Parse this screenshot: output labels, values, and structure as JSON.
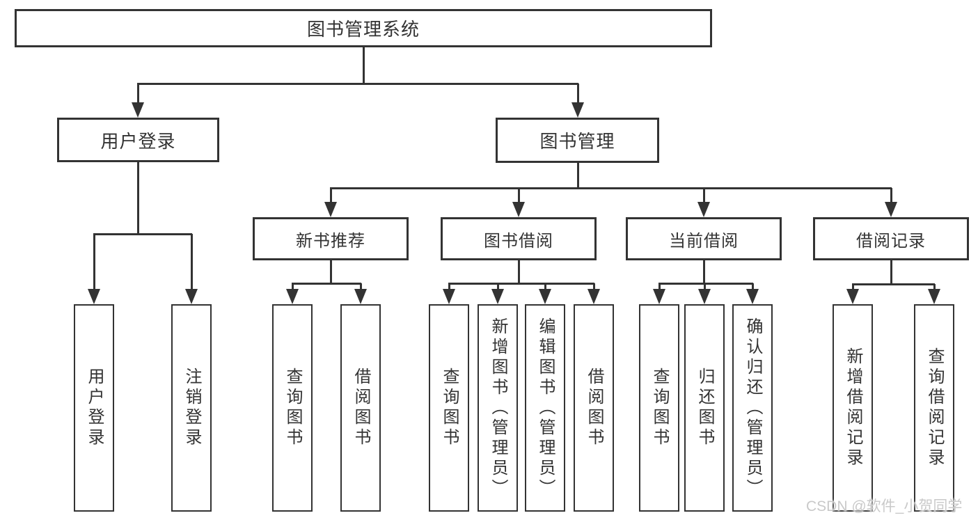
{
  "tree": {
    "label": "图书管理系统",
    "children": [
      {
        "label": "用户登录",
        "children": [
          {
            "label": "用户登录"
          },
          {
            "label": "注销登录"
          }
        ]
      },
      {
        "label": "图书管理",
        "children": [
          {
            "label": "新书推荐",
            "children": [
              {
                "label": "查询图书"
              },
              {
                "label": "借阅图书"
              }
            ]
          },
          {
            "label": "图书借阅",
            "children": [
              {
                "label": "查询图书"
              },
              {
                "label": "新增图书（管理员）"
              },
              {
                "label": "编辑图书（管理员）"
              },
              {
                "label": "借阅图书"
              }
            ]
          },
          {
            "label": "当前借阅",
            "children": [
              {
                "label": "查询图书"
              },
              {
                "label": "归还图书"
              },
              {
                "label": "确认归还（管理员）"
              }
            ]
          },
          {
            "label": "借阅记录",
            "children": [
              {
                "label": "新增借阅记录"
              },
              {
                "label": "查询借阅记录"
              }
            ]
          }
        ]
      }
    ]
  },
  "watermark": {
    "text": "CSDN @软件_小贺同学"
  },
  "colors": {
    "line": "#333333",
    "text": "#333333",
    "box_fill": "#ffffff",
    "watermark": "#c9c9c9"
  }
}
